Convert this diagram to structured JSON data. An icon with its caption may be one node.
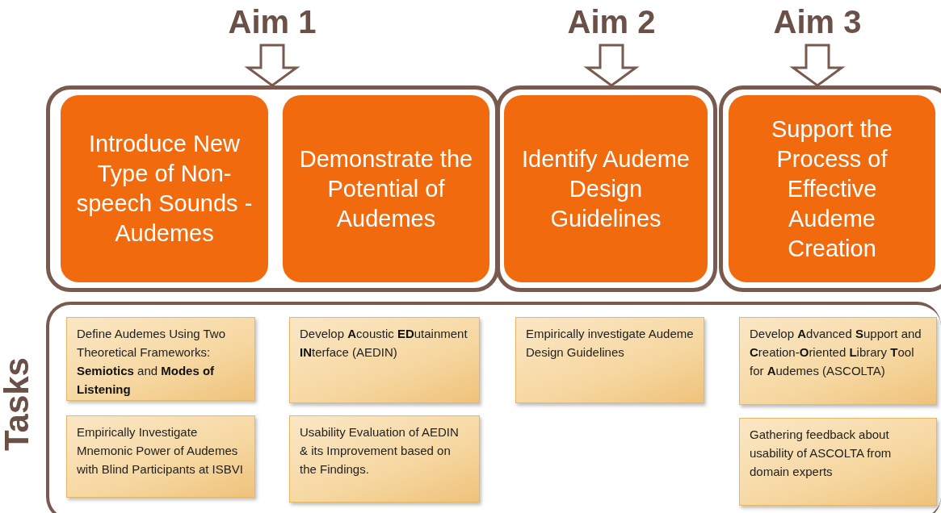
{
  "diagram": {
    "nodes": [
      {
        "text": [
          "Aim 1"
        ]
      },
      {
        "text": [
          "Aim 2"
        ]
      },
      {
        "text": [
          "Aim 3"
        ]
      },
      {
        "text": [],
        "shape": "box"
      },
      {
        "text": [
          "Introduce New Type of Non-speech Sounds - Audemes"
        ],
        "in": 3
      },
      {
        "text": [
          "Demonstrate the Potential of Audemes"
        ],
        "in": 3
      },
      {
        "text": [],
        "shape": "box"
      },
      {
        "text": [
          "Identify Audeme Design Guidelines"
        ],
        "in": 6
      },
      {
        "text": [],
        "shape": "box"
      },
      {
        "text": [
          "Support the Process of Effective Audeme Creation"
        ],
        "in": 8
      },
      {
        "text": [
          "Tasks"
        ]
      },
      {
        "text": [
          "Define Audemes Using Two Theoretical Frameworks: **Semiotics** and **Modes of Listening**"
        ],
        "in": 10
      },
      {
        "text": [
          "Develop **A**coustic **ED**utainment **IN**terface (AEDIN)"
        ],
        "in": 10
      },
      {
        "text": [
          "Empirically investigate Audeme Design Guidelines"
        ],
        "in": 10
      },
      {
        "text": [
          "Develop **A**dvanced **S**upport and **C**reation-**O**riented **L**ibrary **T**ool for **A**udemes (ASCOLTA)"
        ],
        "in": 10
      },
      {
        "text": [
          "Empirically Investigate Mnemonic Power of Audemes with Blind Participants at ISBVI"
        ],
        "in": 10
      },
      {
        "text": [
          "Usability Evaluation of AEDIN & its Improvement based on the Findings."
        ],
        "in": 10
      },
      {
        "text": [
          "Gathering feedback about usability of ASCOLTA from domain experts"
        ],
        "in": 10
      }
    ],
    "edges": [
      {
        "from": 0,
        "to": 3,
        "arrow": "to"
      },
      {
        "from": 1,
        "to": 6,
        "arrow": "to"
      },
      {
        "from": 2,
        "to": 8,
        "arrow": "to"
      }
    ]
  }
}
